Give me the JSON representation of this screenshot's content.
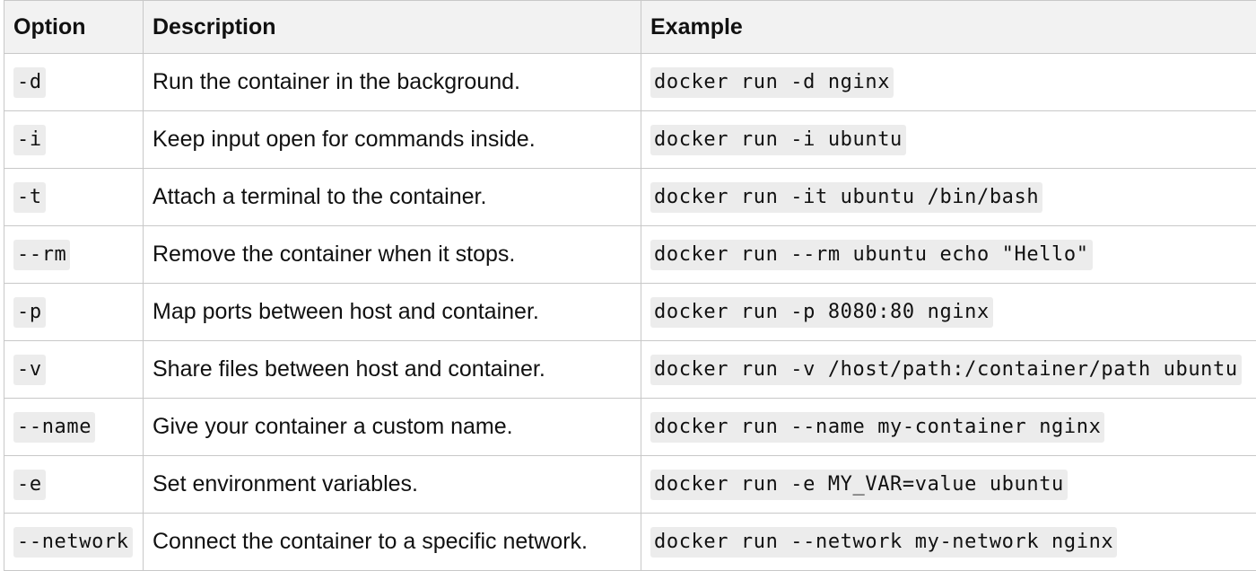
{
  "table": {
    "headers": [
      "Option",
      "Description",
      "Example"
    ],
    "rows": [
      {
        "option": "-d",
        "description": "Run the container in the background.",
        "example": "docker run -d nginx"
      },
      {
        "option": "-i",
        "description": "Keep input open for commands inside.",
        "example": "docker run -i ubuntu"
      },
      {
        "option": "-t",
        "description": "Attach a terminal to the container.",
        "example": "docker run -it ubuntu /bin/bash"
      },
      {
        "option": "--rm",
        "description": "Remove the container when it stops.",
        "example": "docker run --rm ubuntu echo \"Hello\""
      },
      {
        "option": "-p",
        "description": "Map ports between host and container.",
        "example": "docker run -p 8080:80 nginx"
      },
      {
        "option": "-v",
        "description": "Share files between host and container.",
        "example": "docker run -v /host/path:/container/path ubuntu"
      },
      {
        "option": "--name",
        "description": "Give your container a custom name.",
        "example": "docker run --name my-container nginx"
      },
      {
        "option": "-e",
        "description": "Set environment variables.",
        "example": "docker run -e MY_VAR=value ubuntu"
      },
      {
        "option": "--network",
        "description": "Connect the container to a specific network.",
        "example": "docker run --network my-network nginx"
      }
    ]
  }
}
